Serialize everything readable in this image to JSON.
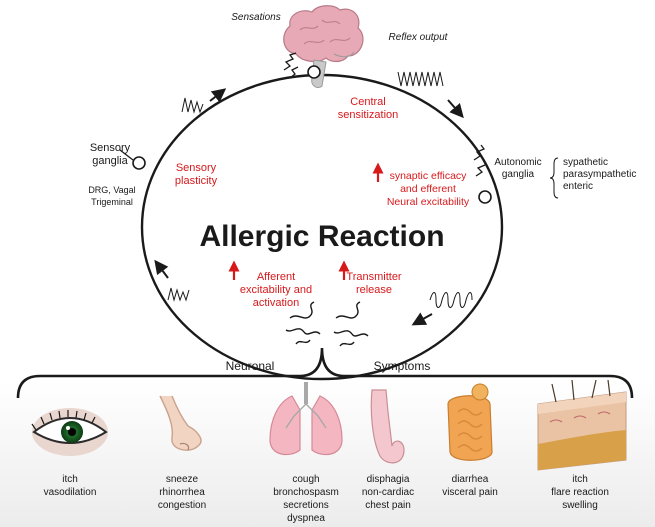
{
  "title": "Allergic Reaction",
  "top_labels": {
    "sensations": "Sensations",
    "reflex_output": "Reflex output"
  },
  "left_labels": {
    "sensory_ganglia": [
      "Sensory",
      "ganglia"
    ],
    "dvt": [
      "DRG, Vagal",
      "Trigeminal"
    ]
  },
  "right_labels": {
    "autonomic": [
      "Autonomic",
      "ganglia"
    ],
    "types": [
      "sypathetic",
      "parasympathetic",
      "enteric"
    ]
  },
  "red_labels": {
    "central": [
      "Central",
      "sensitization"
    ],
    "sensory_plasticity": [
      "Sensory",
      "plasticity"
    ],
    "synaptic": [
      "synaptic efficacy",
      "and efferent",
      "Neural excitability"
    ],
    "afferent": [
      "Afferent",
      "excitability and",
      "activation"
    ],
    "transmitter": [
      "Transmitter",
      "release"
    ]
  },
  "section_labels": {
    "neuronal": "Neuronal",
    "symptoms": "Symptoms"
  },
  "symptoms": [
    {
      "organ": "eye",
      "lines": [
        "itch",
        "vasodilation"
      ]
    },
    {
      "organ": "nose",
      "lines": [
        "sneeze",
        "rhinorrhea",
        "congestion"
      ]
    },
    {
      "organ": "lungs",
      "lines": [
        "cough",
        "bronchospasm",
        "secretions",
        "dyspnea"
      ]
    },
    {
      "organ": "esophagus",
      "lines": [
        "disphagia",
        "non-cardiac",
        "chest pain"
      ]
    },
    {
      "organ": "intestine",
      "lines": [
        "diarrhea",
        "visceral pain"
      ]
    },
    {
      "organ": "skin",
      "lines": [
        "itch",
        "flare reaction",
        "swelling"
      ]
    }
  ],
  "colors": {
    "accent_red": "#d7191c",
    "line": "#1a1a1a",
    "brain": "#e7a9b6",
    "lung": "#f4b6c1",
    "intestine": "#f1a452",
    "skin": "#e9c3a4",
    "background_bottom": "#eeeeee"
  }
}
